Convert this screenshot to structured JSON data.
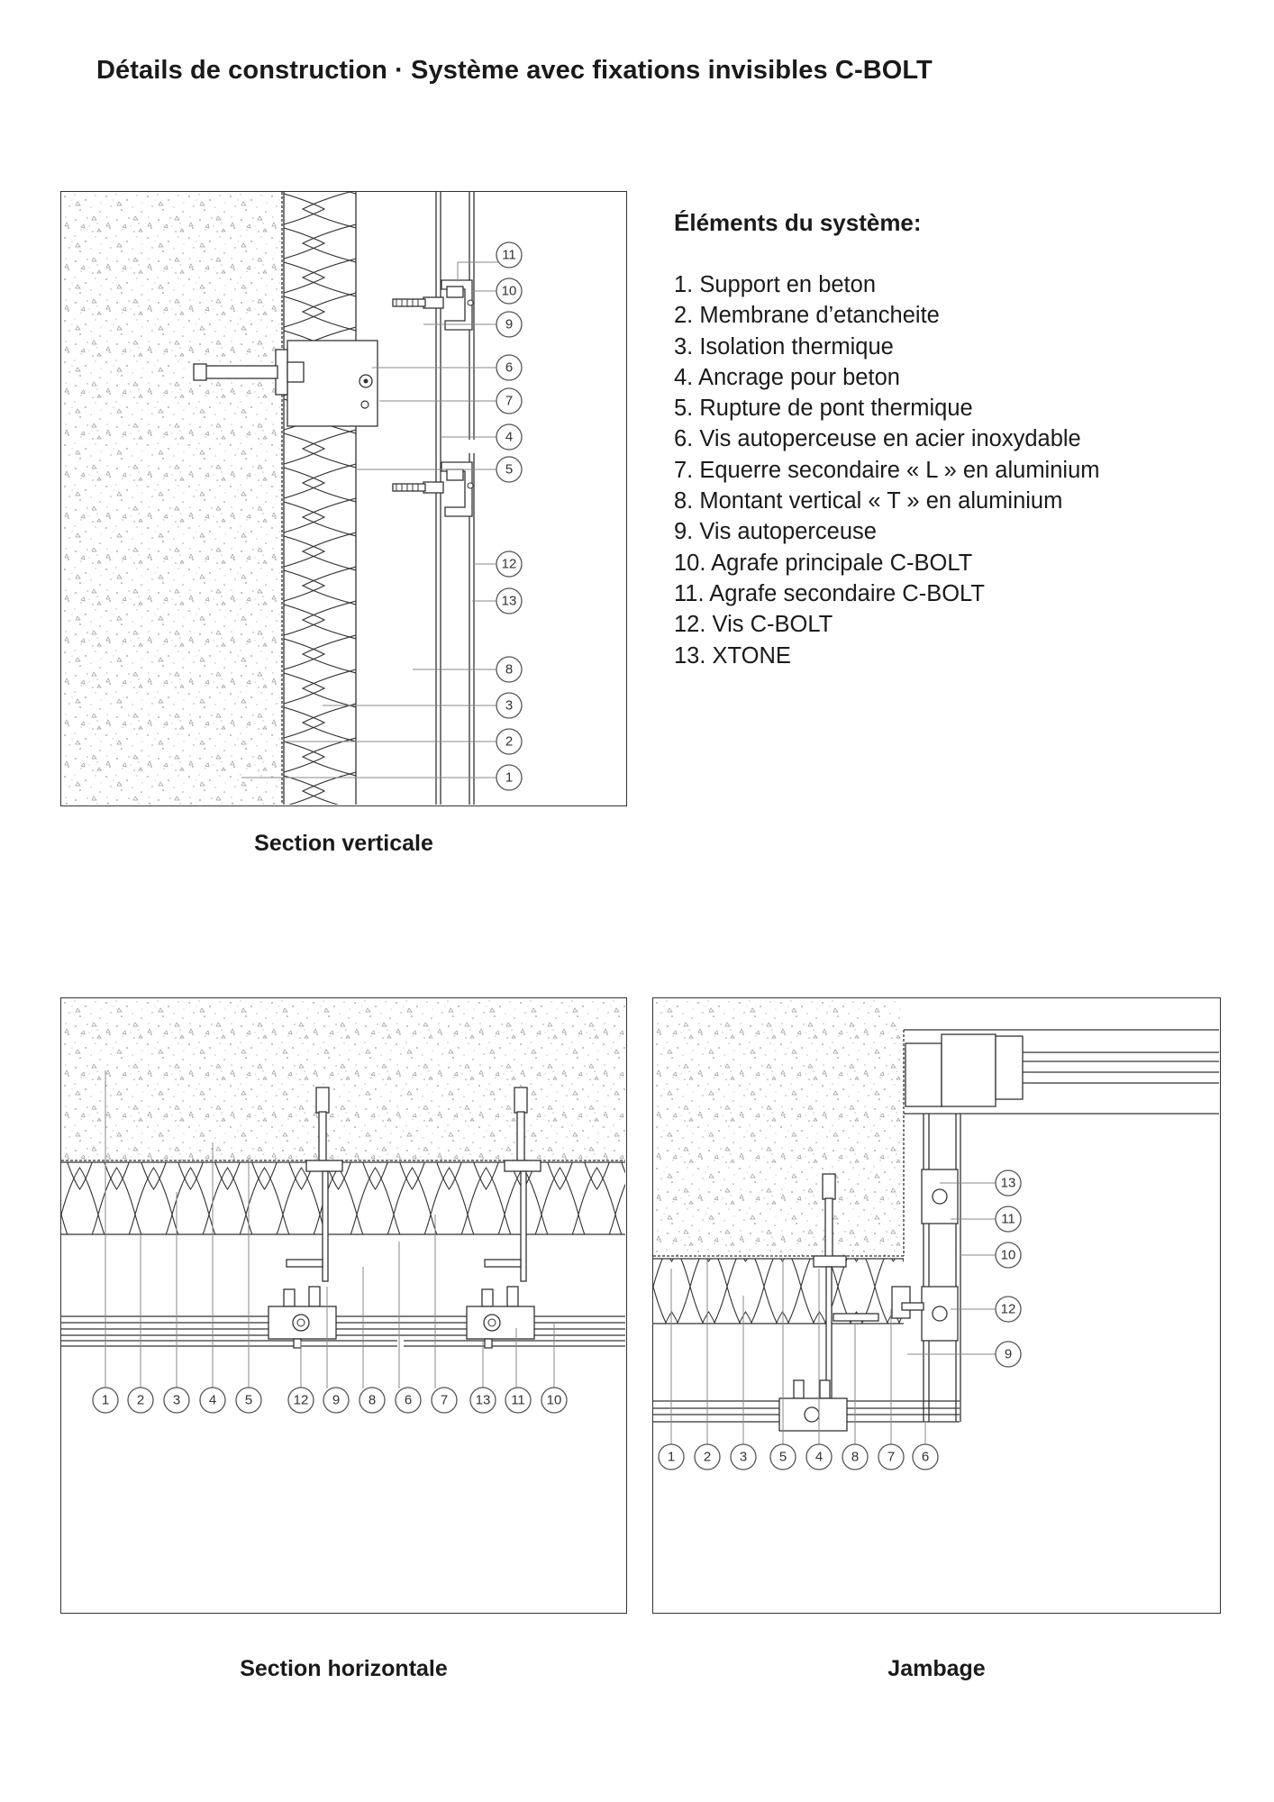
{
  "page": {
    "title": "Détails de construction · Système avec fixations invisibles C-BOLT"
  },
  "legend": {
    "title": "Éléments du système:",
    "items": [
      "1. Support en beton",
      "2. Membrane d’etancheite",
      "3. Isolation thermique",
      "4. Ancrage pour beton",
      "5. Rupture de pont thermique",
      "6. Vis autoperceuse en acier inoxydable",
      "7. Equerre secondaire « L » en aluminium",
      "8. Montant vertical « T » en aluminium",
      "9. Vis autoperceuse",
      "10. Agrafe principale C-BOLT",
      "11. Agrafe secondaire C-BOLT",
      "12. Vis C-BOLT",
      "13. XTONE"
    ]
  },
  "drawings": {
    "vertical": {
      "caption": "Section verticale",
      "callouts": [
        "11",
        "10",
        "9",
        "6",
        "7",
        "4",
        "5",
        "12",
        "13",
        "8",
        "3",
        "2",
        "1"
      ]
    },
    "horizontal": {
      "caption": "Section horizontale",
      "callouts": [
        "1",
        "2",
        "3",
        "4",
        "5",
        "12",
        "9",
        "8",
        "6",
        "7",
        "13",
        "11",
        "10"
      ]
    },
    "jambage": {
      "caption": "Jambage",
      "callouts_right": [
        "13",
        "11",
        "10",
        "12",
        "9"
      ],
      "callouts_bottom": [
        "1",
        "2",
        "3",
        "5",
        "4",
        "8",
        "7",
        "6"
      ]
    }
  }
}
